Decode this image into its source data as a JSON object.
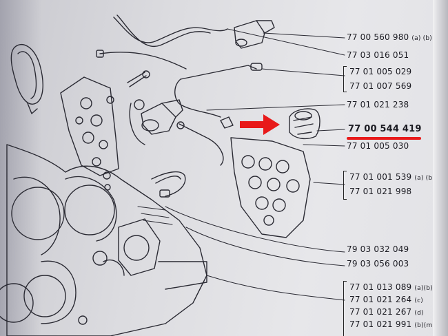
{
  "parts": [
    {
      "id": "p1",
      "number": "77 00 560 980",
      "suffix": "(a) (b)"
    },
    {
      "id": "p2",
      "number": "77 03 016 051",
      "suffix": ""
    },
    {
      "id": "p3",
      "number": "77 01 005 029",
      "suffix": ""
    },
    {
      "id": "p4",
      "number": "77 01 007 569",
      "suffix": ""
    },
    {
      "id": "p5",
      "number": "77 01 021 238",
      "suffix": ""
    },
    {
      "id": "p6",
      "number": "77 00 544 419",
      "suffix": ""
    },
    {
      "id": "p7",
      "number": "77 01 005 030",
      "suffix": ""
    },
    {
      "id": "p8",
      "number": "77 01 001 539",
      "suffix": "(a) (b)(c)"
    },
    {
      "id": "p9",
      "number": "77 01 021 998",
      "suffix": ""
    },
    {
      "id": "p10",
      "number": "79 03 032 049",
      "suffix": ""
    },
    {
      "id": "p11",
      "number": "79 03 056 003",
      "suffix": ""
    },
    {
      "id": "p12",
      "number": "77 01 013 089",
      "suffix": "(a)(b)"
    },
    {
      "id": "p13",
      "number": "77 01 021 264",
      "suffix": "(c)"
    },
    {
      "id": "p14",
      "number": "77 01 021 267",
      "suffix": "(d)"
    },
    {
      "id": "p15",
      "number": "77 01 021 991",
      "suffix": "(b)(m)"
    }
  ],
  "highlight": {
    "part_id": "p6",
    "color": "#e81a1a"
  },
  "colors": {
    "ink": "#1b1b22",
    "paper": "#e2e2e6",
    "highlight": "#e81a1a"
  }
}
